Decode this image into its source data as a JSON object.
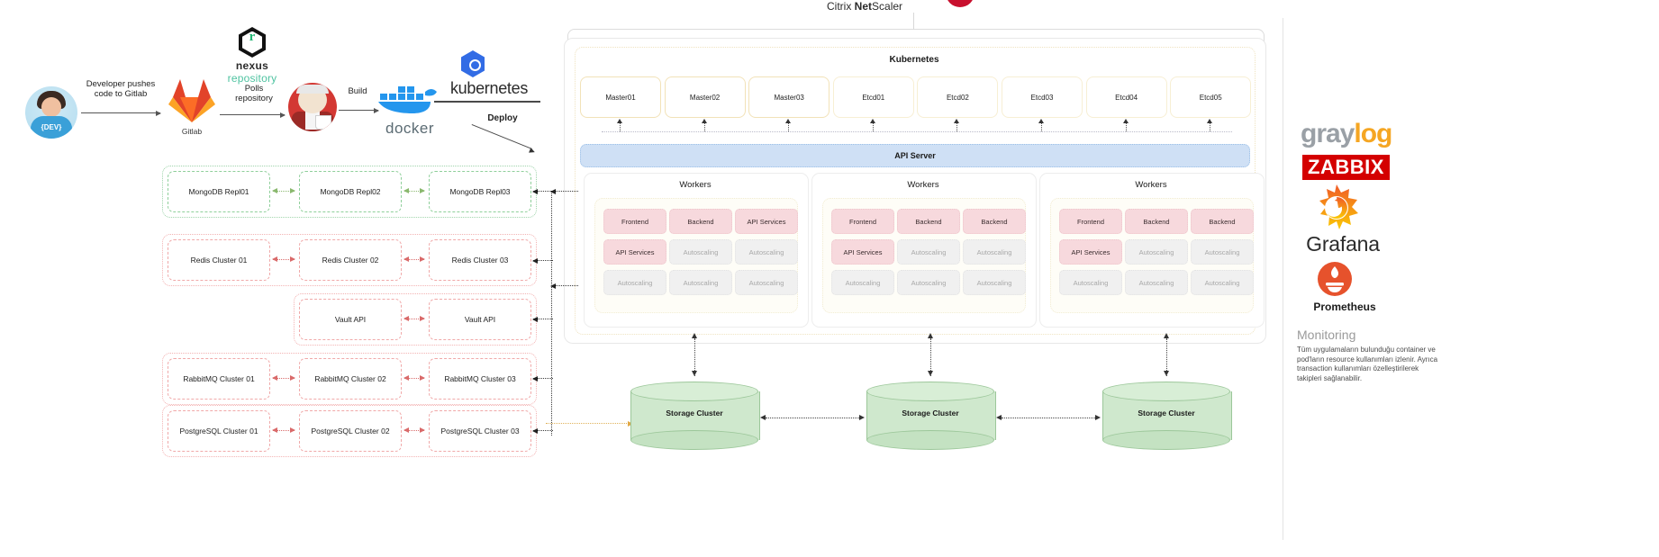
{
  "pipeline": {
    "developer": {
      "name": "developer-avatar",
      "badge": "{DEV}"
    },
    "step1_label": "Developer pushes\ncode to Gitlab",
    "gitlab": {
      "caption": "Gitlab"
    },
    "nexus": {
      "line1": "nexus",
      "line2": "repository"
    },
    "step2_label": "Polls\nrepository",
    "jenkins": {
      "caption": ""
    },
    "step3_label": "Build",
    "docker": {
      "word": "docker"
    },
    "kubernetes": {
      "word": "kubernetes"
    },
    "deploy_label": "Deploy"
  },
  "netscaler": {
    "brand_prefix": "Citrix ",
    "brand_bold": "Net",
    "brand_suffix": "Scaler"
  },
  "kubernetes_panel": {
    "title": "Kubernetes",
    "control_plane": [
      "Master01",
      "Master02",
      "Master03",
      "Etcd01",
      "Etcd02",
      "Etcd03",
      "Etcd04",
      "Etcd05"
    ],
    "api_server_label": "API Server",
    "worker_groups": [
      {
        "title": "Workers",
        "pods": [
          {
            "label": "Frontend",
            "state": "active"
          },
          {
            "label": "Backend",
            "state": "active"
          },
          {
            "label": "API Services",
            "state": "active"
          },
          {
            "label": "API Services",
            "state": "active"
          },
          {
            "label": "Autoscaling",
            "state": "idle"
          },
          {
            "label": "Autoscaling",
            "state": "idle"
          },
          {
            "label": "Autoscaling",
            "state": "idle"
          },
          {
            "label": "Autoscaling",
            "state": "idle"
          },
          {
            "label": "Autoscaling",
            "state": "idle"
          }
        ]
      },
      {
        "title": "Workers",
        "pods": [
          {
            "label": "Frontend",
            "state": "active"
          },
          {
            "label": "Backend",
            "state": "active"
          },
          {
            "label": "Backend",
            "state": "active"
          },
          {
            "label": "API Services",
            "state": "active"
          },
          {
            "label": "Autoscaling",
            "state": "idle"
          },
          {
            "label": "Autoscaling",
            "state": "idle"
          },
          {
            "label": "Autoscaling",
            "state": "idle"
          },
          {
            "label": "Autoscaling",
            "state": "idle"
          },
          {
            "label": "Autoscaling",
            "state": "idle"
          }
        ]
      },
      {
        "title": "Workers",
        "pods": [
          {
            "label": "Frontend",
            "state": "active"
          },
          {
            "label": "Backend",
            "state": "active"
          },
          {
            "label": "Backend",
            "state": "active"
          },
          {
            "label": "API Services",
            "state": "active"
          },
          {
            "label": "Autoscaling",
            "state": "idle"
          },
          {
            "label": "Autoscaling",
            "state": "idle"
          },
          {
            "label": "Autoscaling",
            "state": "idle"
          },
          {
            "label": "Autoscaling",
            "state": "idle"
          },
          {
            "label": "Autoscaling",
            "state": "idle"
          }
        ]
      }
    ]
  },
  "data_tier": {
    "rows": [
      {
        "name": "mongodb",
        "color": "green",
        "nodes": [
          "MongoDB Repl01",
          "MongoDB Repl02",
          "MongoDB Repl03"
        ]
      },
      {
        "name": "redis",
        "color": "red",
        "nodes": [
          "Redis Cluster 01",
          "Redis Cluster 02",
          "Redis Cluster 03"
        ]
      },
      {
        "name": "vault",
        "color": "red",
        "nodes": [
          "Vault API",
          "Vault API"
        ]
      },
      {
        "name": "rabbitmq",
        "color": "red",
        "nodes": [
          "RabbitMQ Cluster 01",
          "RabbitMQ Cluster 02",
          "RabbitMQ Cluster 03"
        ]
      },
      {
        "name": "postgresql",
        "color": "red",
        "nodes": [
          "PostgreSQL Cluster 01",
          "PostgreSQL Cluster 02",
          "PostgreSQL Cluster 03"
        ]
      }
    ]
  },
  "storage": {
    "clusters": [
      "Storage Cluster",
      "Storage Cluster",
      "Storage Cluster"
    ]
  },
  "monitoring": {
    "graylog": {
      "part1": "gray",
      "part2": "log",
      "color1": "#9aa0a6",
      "color2": "#f5a623"
    },
    "zabbix": {
      "label": "ZABBIX",
      "bg": "#d40000"
    },
    "grafana": {
      "label": "Grafana",
      "color": "#f46800"
    },
    "prometheus": {
      "label": "Prometheus",
      "color": "#e6522c"
    },
    "heading": "Monitoring",
    "paragraph": "Tüm uygulamaların bulunduğu container ve pod'ların resource kullanımları izlenir. Ayrıca transaction kullanımları özelleştirilerek takipleri sağlanabilir."
  },
  "colors": {
    "accent_blue": "#326ce5",
    "api_server_bg": "#cfe0f5",
    "pod_active": "#f7d9dd",
    "pod_idle": "#f0f0f0",
    "storage_green": "#cfe8cd",
    "master_border": "#f2e2b8"
  }
}
